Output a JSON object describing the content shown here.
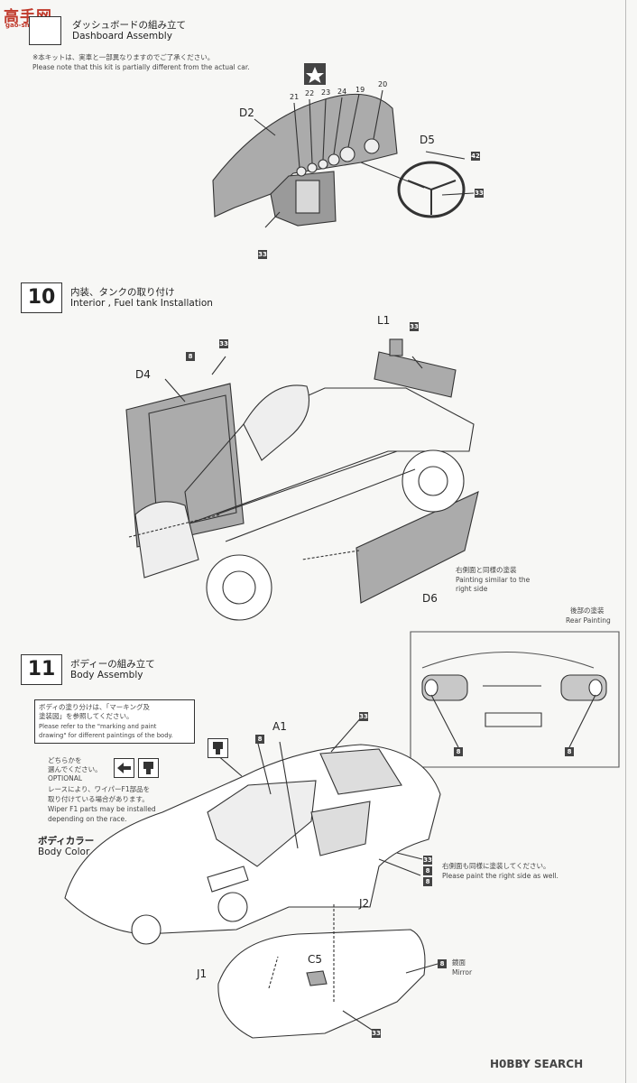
{
  "watermark": {
    "logo": "高手网",
    "url": "gao-shou.com"
  },
  "step9": {
    "title_jp": "ダッシュボードの組み立て",
    "title_en": "Dashboard Assembly",
    "note_jp": "※本キットは、実車と一部異なりますのでご了承ください。",
    "note_en": "Please note that this kit is partially different from the actual car.",
    "parts": {
      "d2": "D2",
      "d5": "D5"
    },
    "numbers": {
      "n21": "21",
      "n22": "22",
      "n23": "23",
      "n24": "24",
      "n19": "19",
      "n20": "20"
    },
    "paint": {
      "p42": "42",
      "p33a": "33",
      "p33b": "33"
    }
  },
  "step10": {
    "number": "10",
    "title_jp": "内装、タンクの取り付け",
    "title_en": "Interior , Fuel tank Installation",
    "parts": {
      "l1": "L1",
      "d4": "D4",
      "d6": "D6"
    },
    "paint": {
      "p8": "8",
      "p33a": "33",
      "p33b": "33"
    },
    "note_jp": "右側面と同様の塗装",
    "note_en_1": "Painting similar to the",
    "note_en_2": "right side"
  },
  "rear": {
    "title_jp": "後部の塗装",
    "title_en": "Rear Painting",
    "paint": {
      "left": "8",
      "right": "8"
    }
  },
  "step11": {
    "number": "11",
    "title_jp": "ボディーの組み立て",
    "title_en": "Body Assembly",
    "notice_jp_1": "ボディの塗り分けは、「マーキング及",
    "notice_jp_2": "塗装図」を参照してください。",
    "notice_en_1": "Please refer to the \"marking and paint",
    "notice_en_2": "drawing\" for different paintings of the body.",
    "optional_jp_1": "どちらかを",
    "optional_jp_2": "選んでください。",
    "optional_en": "OPTIONAL",
    "wiper_jp_1": "レースにより、ワイパーF1部品を",
    "wiper_jp_2": "取り付けている場合があります。",
    "wiper_en_1": "Wiper F1 parts may be installed",
    "wiper_en_2": "depending on the race.",
    "bodycolor_jp": "ボディカラー",
    "bodycolor_en": "Body Color",
    "parts": {
      "a1": "A1",
      "j1": "J1",
      "j2": "J2",
      "c5": "C5"
    },
    "paint": {
      "p33top": "33",
      "p8left": "8",
      "p33side": "33",
      "p8side1": "8",
      "p8side2": "8",
      "p8mirror": "8",
      "p33bottom": "33"
    },
    "right_side_jp": "右側面も同様に塗装してください。",
    "right_side_en": "Please paint the right side as well.",
    "mirror_jp": "鏡面",
    "mirror_en": "Mirror"
  },
  "footer": {
    "brand": "H0BBY SEARCH"
  }
}
